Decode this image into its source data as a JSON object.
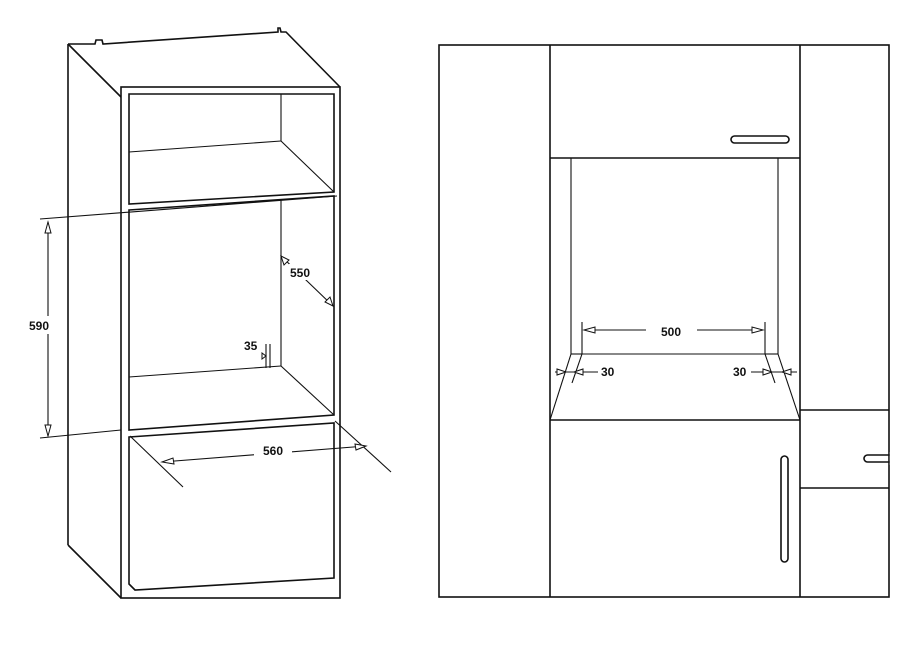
{
  "left_drawing": {
    "dim_height": "590",
    "dim_depth": "550",
    "dim_gap": "35",
    "dim_width": "560"
  },
  "right_drawing": {
    "dim_inner_width": "500",
    "dim_left_gap": "30",
    "dim_right_gap": "30"
  }
}
